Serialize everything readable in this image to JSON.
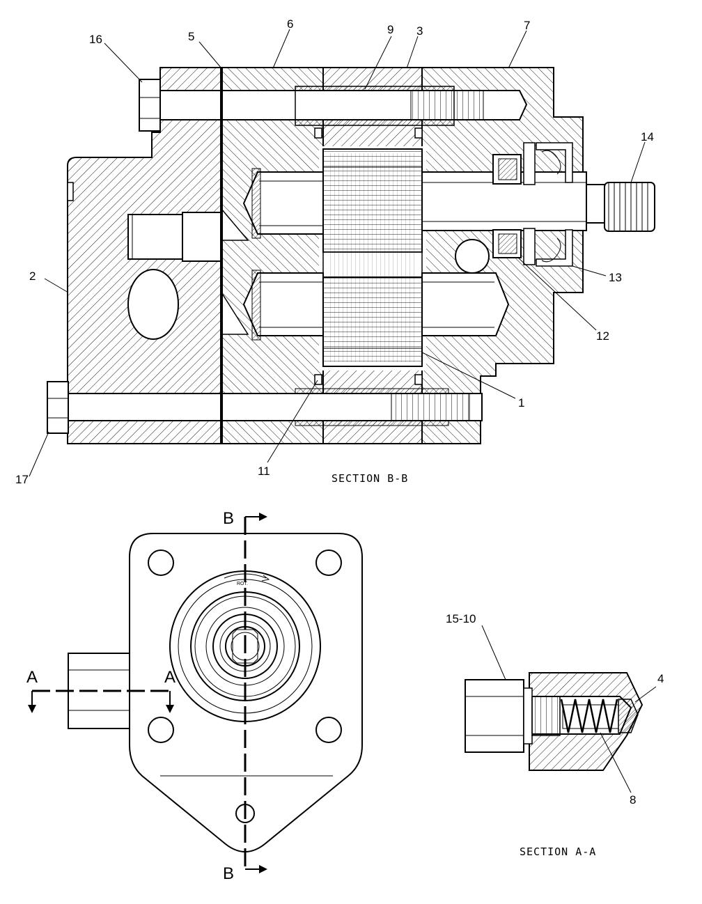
{
  "views": {
    "section_bb": {
      "caption": "SECTION B-B"
    },
    "section_aa": {
      "caption": "SECTION A-A"
    },
    "front": {
      "rotation_mark": "ROT."
    }
  },
  "section_markers": {
    "b_top": "B",
    "b_bottom": "B",
    "a_left": "A",
    "a_right": "A"
  },
  "callouts": {
    "c1": "1",
    "c2": "2",
    "c3": "3",
    "c4": "4",
    "c5": "5",
    "c6": "6",
    "c7": "7",
    "c8": "8",
    "c9": "9",
    "c11": "11",
    "c12": "12",
    "c13": "13",
    "c14": "14",
    "c15_10": "15-10",
    "c16": "16",
    "c17": "17"
  }
}
